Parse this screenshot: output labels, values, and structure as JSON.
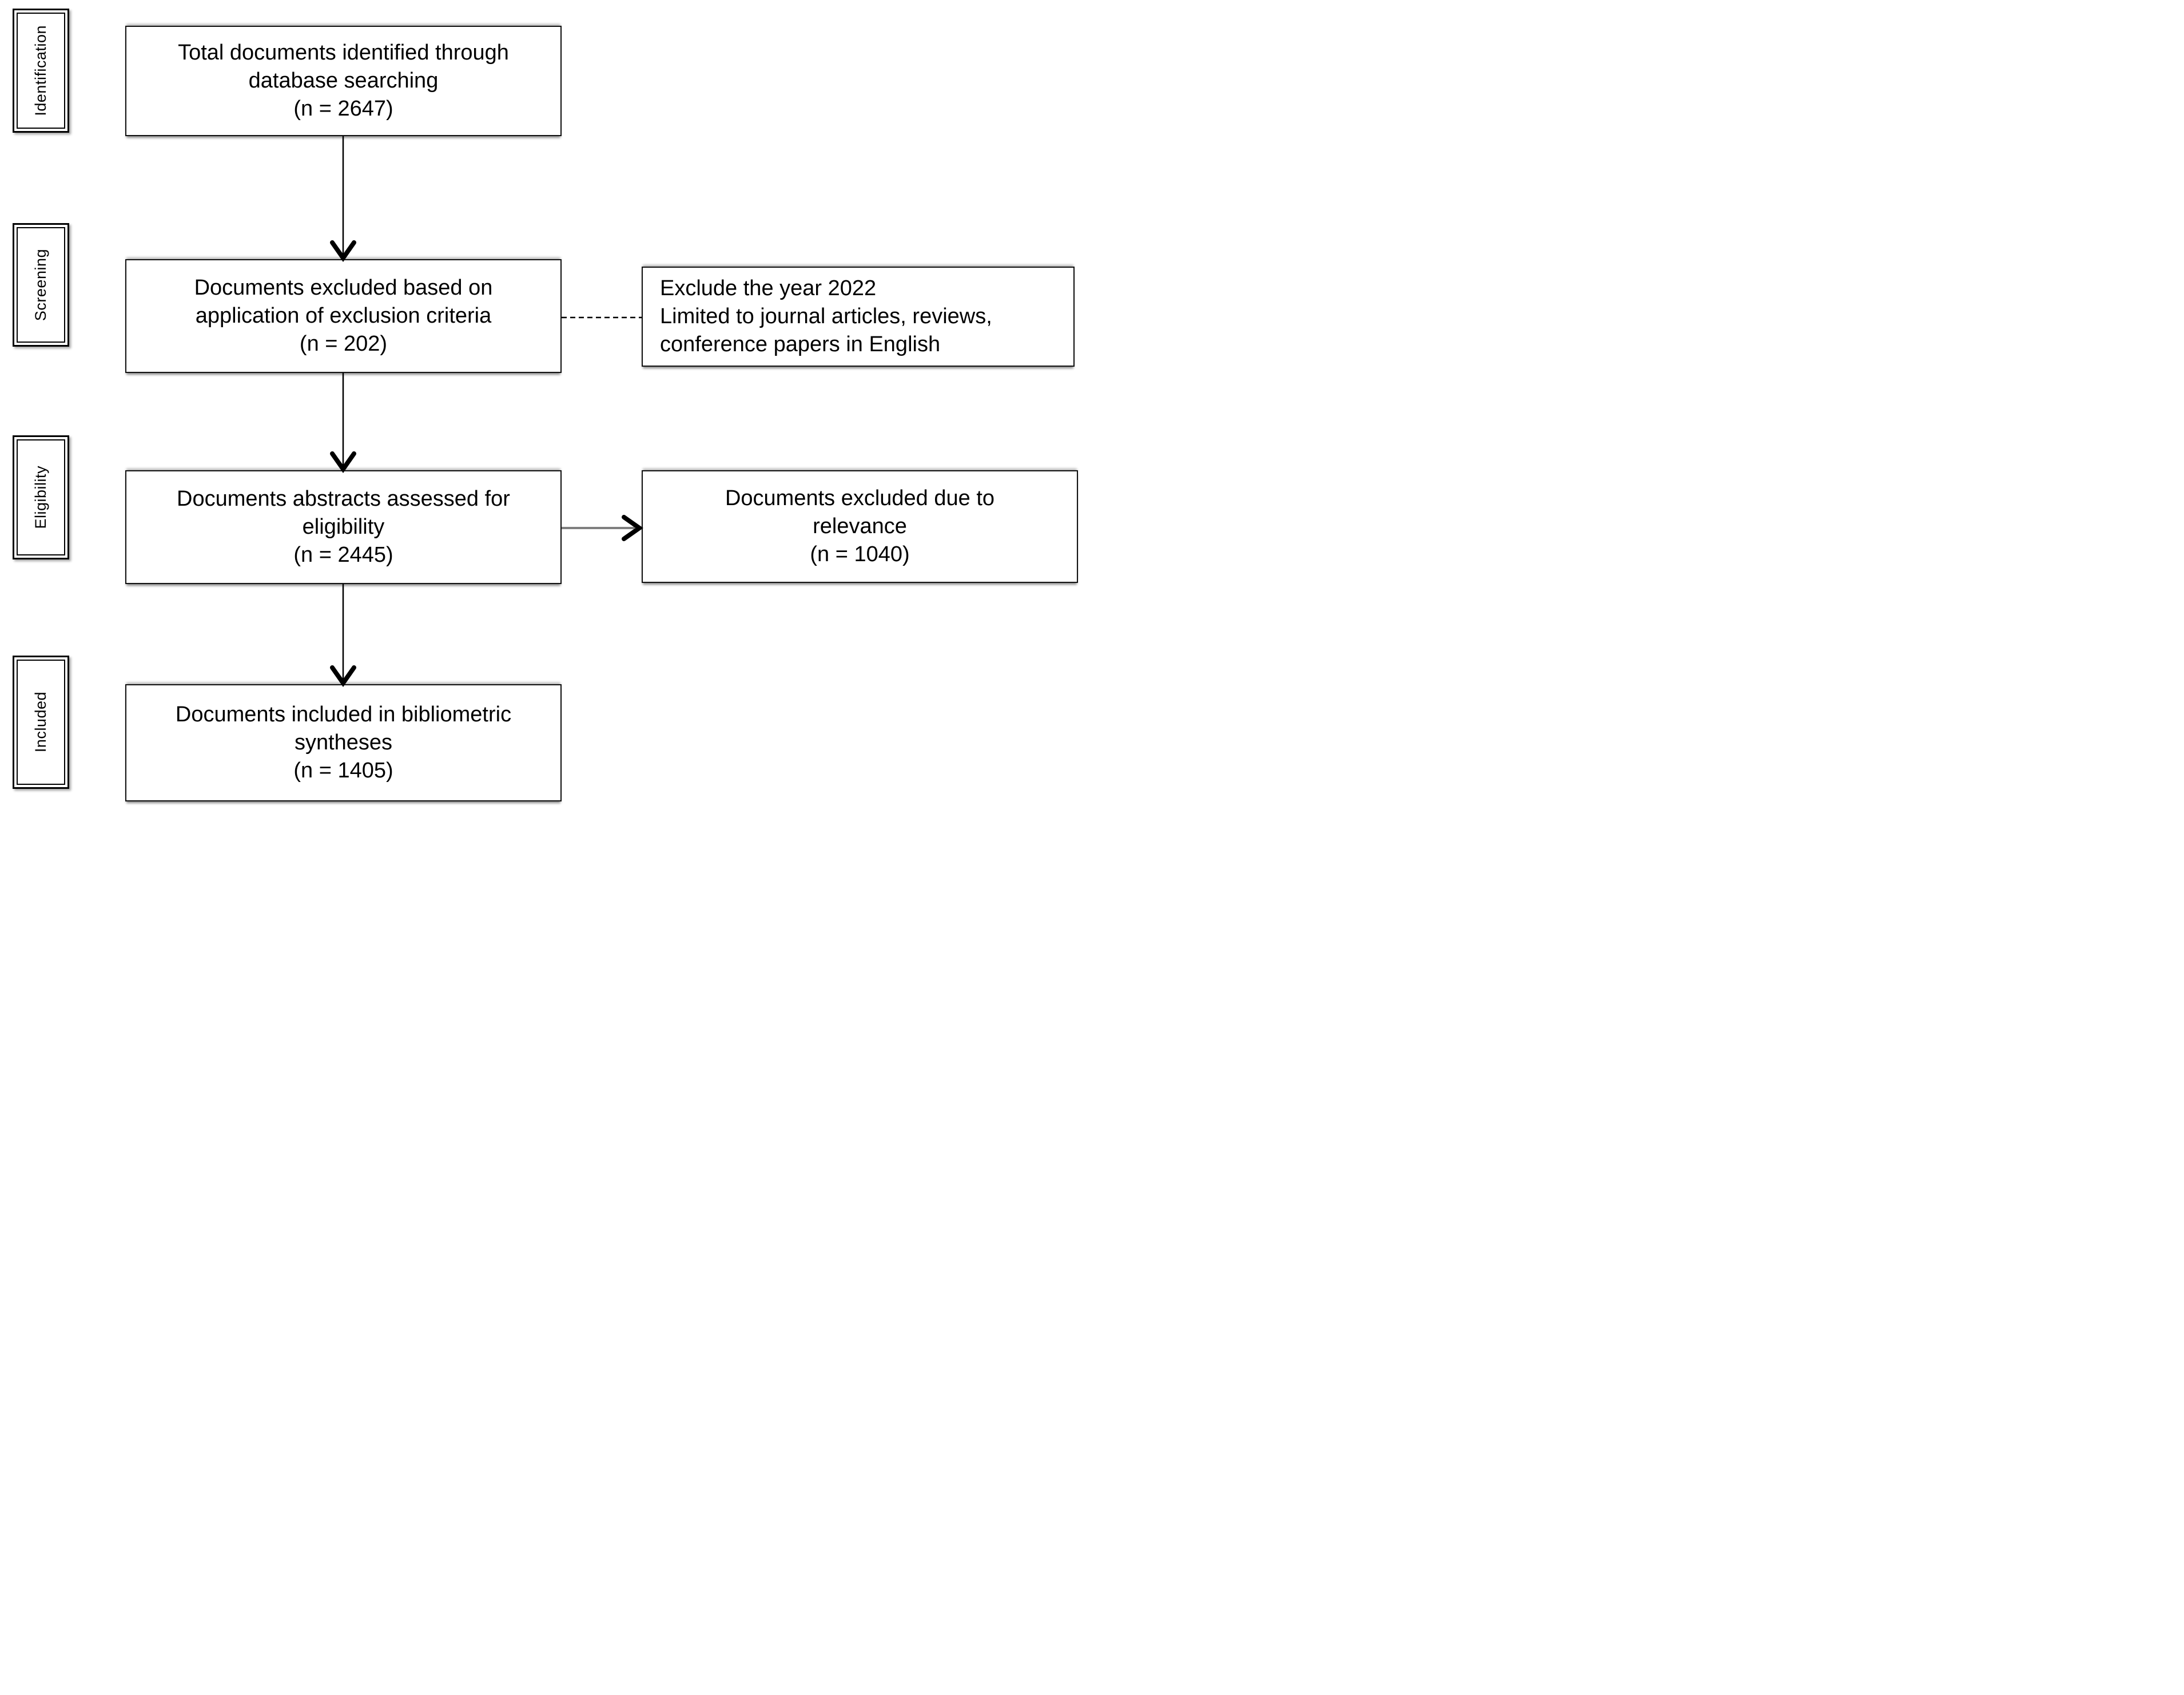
{
  "diagram": {
    "type": "prisma-flow",
    "stages": [
      "Identification",
      "Screening",
      "Eligibility",
      "Included"
    ],
    "boxes": {
      "identification": {
        "text": "Total documents identified through\ndatabase searching\n(n = 2647)"
      },
      "screening": {
        "text": "Documents excluded based on\napplication of exclusion criteria\n(n = 202)"
      },
      "screening_note": {
        "text": "Exclude the year 2022\nLimited to journal articles, reviews,\nconference papers in English"
      },
      "eligibility": {
        "text": "Documents abstracts assessed for\neligibility\n(n = 2445)"
      },
      "excluded_relevance": {
        "text": "Documents excluded due to\nrelevance\n(n = 1040)"
      },
      "included": {
        "text": "Documents included in bibliometric\nsyntheses\n(n = 1405)"
      }
    },
    "counts": {
      "identified": 2647,
      "excluded_by_criteria": 202,
      "abstracts_assessed": 2445,
      "excluded_due_to_relevance": 1040,
      "included_in_syntheses": 1405
    },
    "colors": {
      "background": "#ffffff",
      "box_border": "#111111",
      "text": "#000000",
      "connector": "#000000",
      "connector_gray": "#7f7f7f"
    }
  }
}
